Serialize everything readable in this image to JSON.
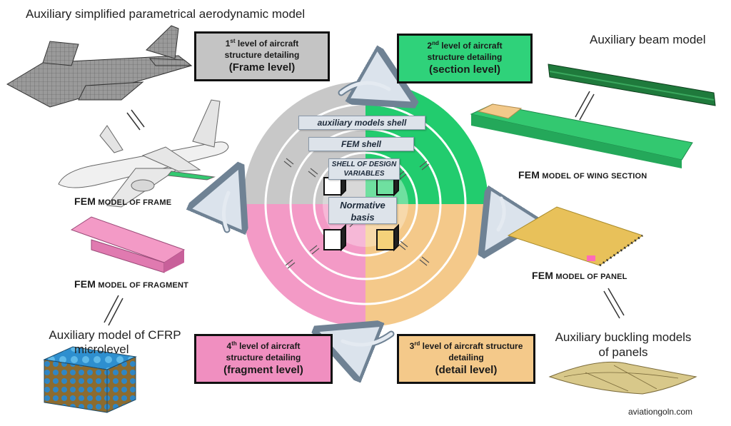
{
  "aux_aero_title": "Auxiliary simplified parametrical aerodynamic model",
  "aux_beam_title": "Auxiliary beam model",
  "aux_cfrp_title_line1": "Auxiliary model of CFRP",
  "aux_cfrp_title_line2": "microlevel",
  "aux_buckling_title_line1": "Auxiliary buckling models",
  "aux_buckling_title_line2": "of panels",
  "levels": [
    {
      "ordinal": "1",
      "sup": "st",
      "line1": " level of aircraft",
      "line2": "structure detailing",
      "main": "(Frame level)",
      "color": "#c4c4c4"
    },
    {
      "ordinal": "2",
      "sup": "nd",
      "line1": " level of aircraft",
      "line2": "structure detailing",
      "main": "(section level)",
      "color": "#2fd27a"
    },
    {
      "ordinal": "3",
      "sup": "rd",
      "line1": " level of aircraft structure",
      "line2": "detailing",
      "main": "(detail level)",
      "color": "#f4c98a"
    },
    {
      "ordinal": "4",
      "sup": "th",
      "line1": " level of aircraft",
      "line2": "structure detailing",
      "main": "(fragment level)",
      "color": "#f08fc0"
    }
  ],
  "fem_labels": {
    "frame": {
      "prefix": "FEM",
      "rest": " MODEL OF FRAME"
    },
    "wing": {
      "prefix": "FEM",
      "rest": " MODEL OF WING SECTION"
    },
    "panel": {
      "prefix": "FEM",
      "rest": " MODEL OF PANEL"
    },
    "fragment": {
      "prefix": "FEM",
      "rest": " MODEL OF FRAGMENT"
    }
  },
  "center": {
    "aux_shell": "auxiliary models shell",
    "fem_shell": "FEM shell",
    "design_vars_line1": "SHELL OF DESIGN",
    "design_vars_line2": "VARIABLES",
    "normative_line1": "Normative",
    "normative_line2": "basis"
  },
  "quadrant_colors": {
    "top_left": "#c8c8c8",
    "top_right": "#22cc6e",
    "bottom_right": "#f4c98a",
    "bottom_left": "#f39ac6"
  },
  "credit": "aviationgoln.com"
}
